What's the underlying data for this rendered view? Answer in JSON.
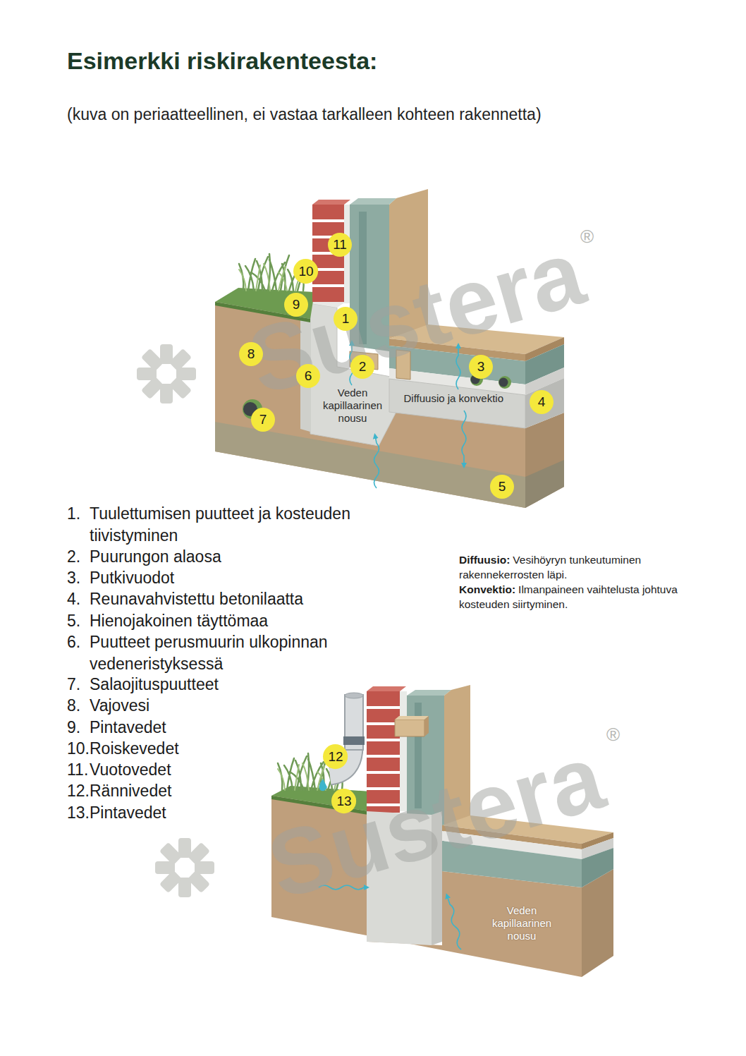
{
  "diagram": {
    "title": "Esimerkki riskirakenteesta:",
    "caption": "(kuva on periaatteellinen, ei vastaa tarkalleen kohteen rakennetta)",
    "nodes": [
      {
        "text": [
          "1"
        ]
      },
      {
        "text": [
          "2"
        ]
      },
      {
        "text": [
          "3"
        ]
      },
      {
        "text": [
          "4"
        ]
      },
      {
        "text": [
          "5"
        ]
      },
      {
        "text": [
          "6"
        ]
      },
      {
        "text": [
          "7"
        ]
      },
      {
        "text": [
          "8"
        ]
      },
      {
        "text": [
          "9"
        ]
      },
      {
        "text": [
          "10"
        ]
      },
      {
        "text": [
          "11"
        ]
      },
      {
        "text": [
          "12"
        ]
      },
      {
        "text": [
          "13"
        ]
      }
    ],
    "labels": [
      "Veden kapillaarinen nousu",
      "Diffuusio ja konvektio",
      "Veden kapillaarinen nousu",
      "1.",
      "Tuulettumisen puutteet ja kosteuden tiivistyminen",
      "2.",
      "Puurungon alaosa",
      "3.",
      "Putkivuodot",
      "4.",
      "Reunavahvistettu betonilaatta",
      "5.",
      "Hienojakoinen täyttömaa",
      "6.",
      "Puutteet perusmuurin ulkopinnan vedeneristyksessä",
      "7.",
      "Salaojituspuutteet",
      "8.",
      "Vajovesi",
      "9.",
      "Pintavedet",
      "10.",
      "Roiskevedet",
      "11.",
      "Vuotovedet",
      "12.",
      "Rännivedet",
      "13.",
      "Pintavedet",
      "Diffuusio:",
      "Vesihöyryn tunkeutuminen rakennekerrosten läpi.",
      "Konvektio:",
      "Ilmanpaineen vaihtelusta johtuva kosteuden siirtyminen.",
      "Sustera",
      "®",
      "Sustera",
      "®"
    ]
  }
}
